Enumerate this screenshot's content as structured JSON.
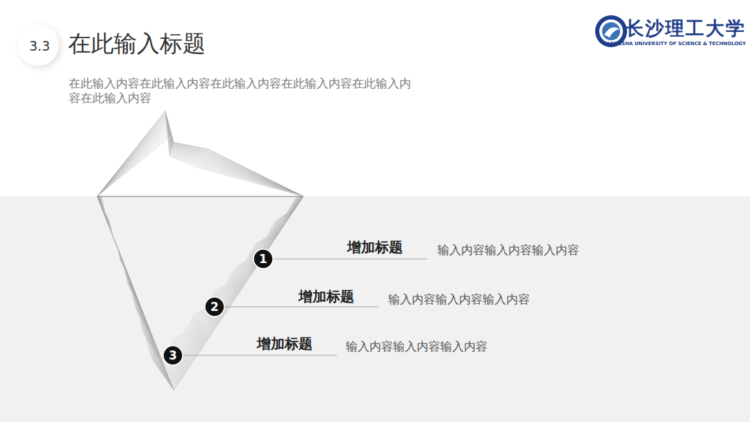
{
  "diagram": {
    "title": "在此输入标题",
    "nodes": [
      {
        "text": [
          "1"
        ]
      },
      {
        "text": [
          "2"
        ]
      },
      {
        "text": [
          "3"
        ]
      }
    ],
    "labels": [
      "3.3",
      "在此输入内容在此输入内容在此输入内容在此输入内容在此输入内容在此输入内容",
      "长沙理工大学",
      "CHANGSHA UNIVERSITY OF SCIENCE & TECHNOLOGY",
      "增加标题",
      "输入内容输入内容输入内容",
      "增加标题",
      "输入内容输入内容输入内容",
      "增加标题",
      "输入内容输入内容输入内容"
    ]
  }
}
